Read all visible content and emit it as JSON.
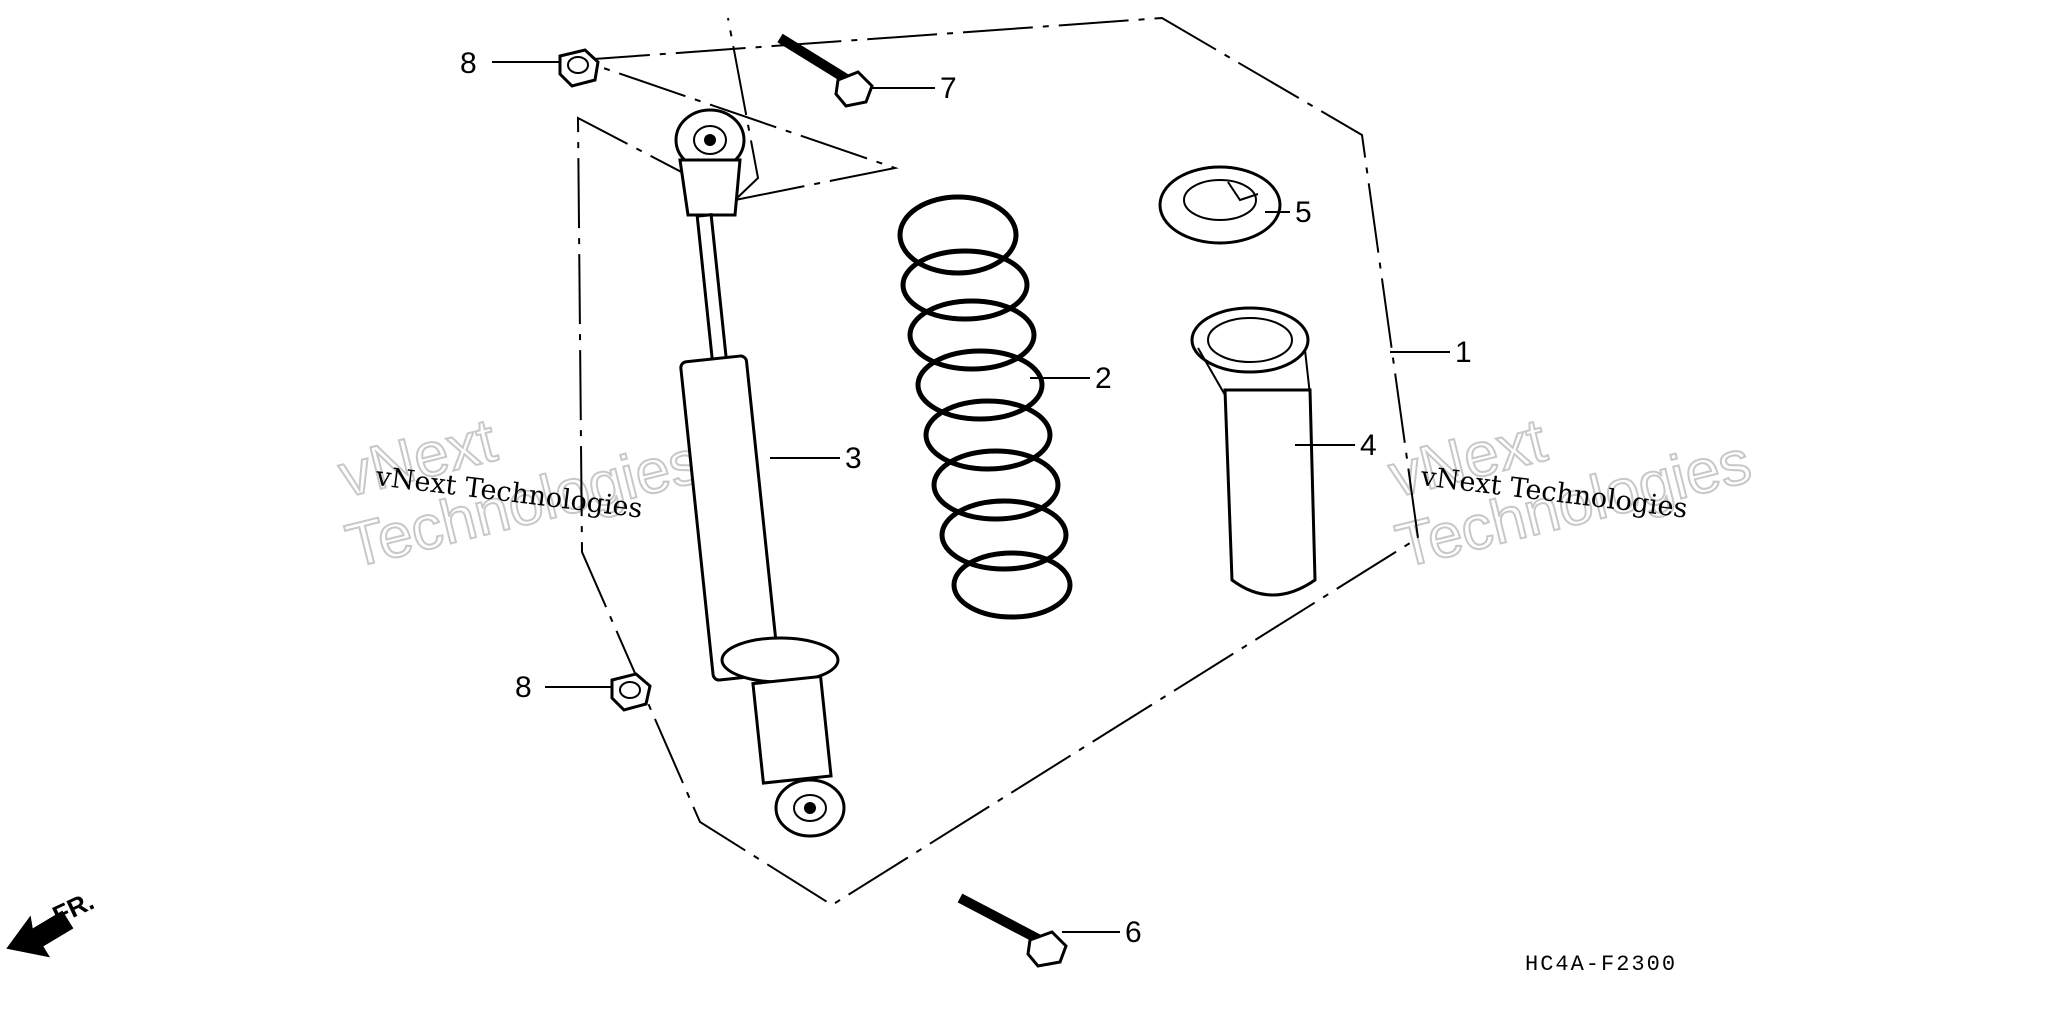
{
  "callouts": {
    "c1": "1",
    "c2": "2",
    "c3": "3",
    "c4": "4",
    "c5": "5",
    "c6": "6",
    "c7": "7",
    "c8a": "8",
    "c8b": "8"
  },
  "front_marker": "FR.",
  "diagram_code": "HC4A-F2300",
  "watermark": {
    "small": "vNext Technologies",
    "big_line1": "vNext",
    "big_line2": "Technologies"
  }
}
